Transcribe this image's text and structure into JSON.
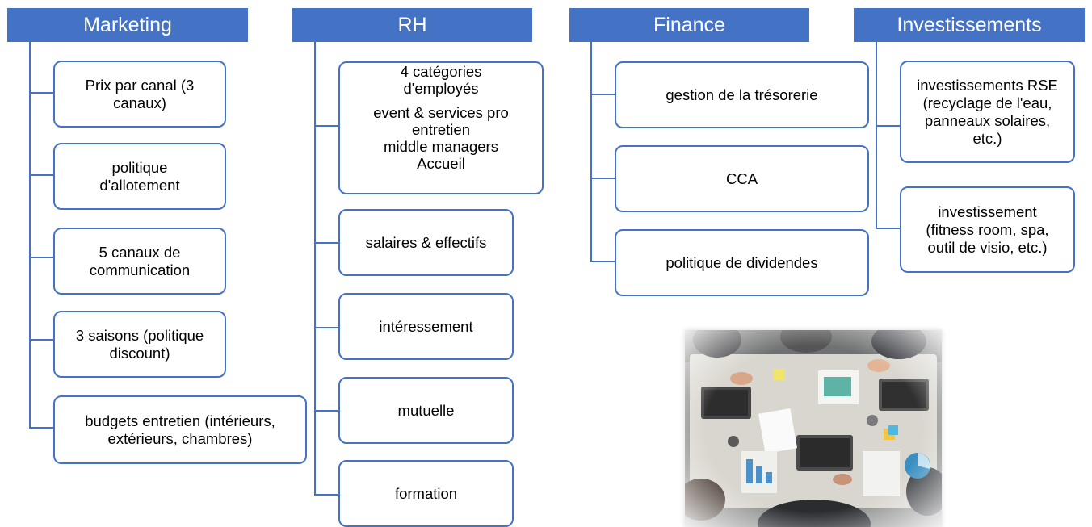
{
  "columns": {
    "marketing": {
      "title": "Marketing",
      "items": [
        [
          "Prix par canal (3",
          "canaux)"
        ],
        [
          "politique",
          "d'allotement"
        ],
        [
          "5 canaux de",
          "communication"
        ],
        [
          "3 saisons (politique",
          "discount)"
        ],
        [
          "budgets entretien (intérieurs,",
          "extérieurs, chambres)"
        ]
      ]
    },
    "rh": {
      "title": "RH",
      "items": [
        [
          "4 catégories",
          "d'employés",
          "event & services pro",
          "entretien",
          "middle managers",
          "Accueil"
        ],
        [
          "salaires & effectifs"
        ],
        [
          "intéressement"
        ],
        [
          "mutuelle"
        ],
        [
          "formation"
        ]
      ]
    },
    "finance": {
      "title": "Finance",
      "items": [
        [
          "gestion de la trésorerie"
        ],
        [
          "CCA"
        ],
        [
          "politique de dividendes"
        ]
      ]
    },
    "investissements": {
      "title": "Investissements",
      "items": [
        [
          "investissements RSE",
          "(recyclage de l'eau,",
          "panneaux solaires,",
          "etc.)"
        ],
        [
          "investissement",
          "(fitness room, spa,",
          "outil de visio, etc.)"
        ]
      ]
    }
  },
  "colors": {
    "accent": "#4472C4",
    "text": "#000000",
    "background": "#ffffff"
  },
  "photo": {
    "icon": "team-meeting-photo"
  }
}
